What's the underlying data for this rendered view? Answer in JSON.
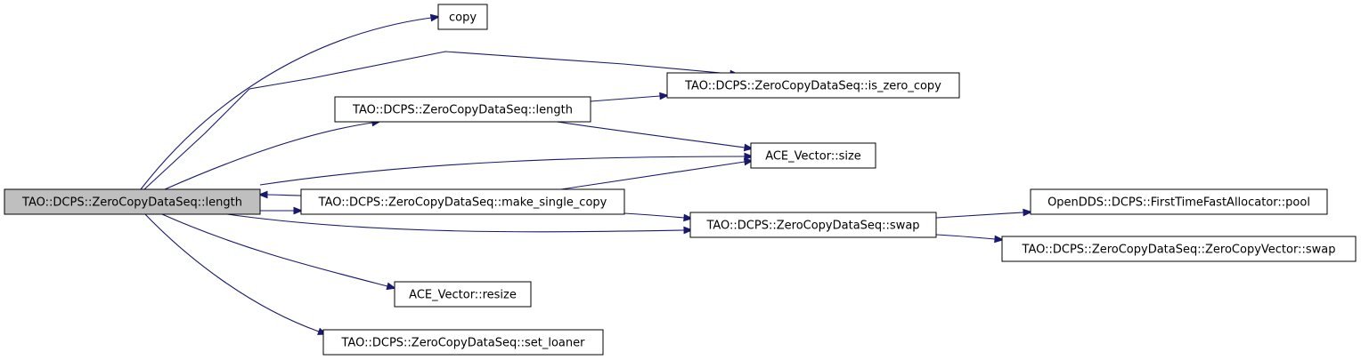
{
  "graph": {
    "type": "call-graph",
    "colors": {
      "edge": "#191970",
      "node_fill": "#ffffff",
      "root_fill": "#bfbfbf",
      "node_border": "#000000"
    },
    "nodes": [
      {
        "id": "root",
        "label": "TAO::DCPS::ZeroCopyDataSeq::length",
        "highlighted": true
      },
      {
        "id": "copy",
        "label": "copy"
      },
      {
        "id": "is_zero_copy",
        "label": "TAO::DCPS::ZeroCopyDataSeq::is_zero_copy"
      },
      {
        "id": "length2",
        "label": "TAO::DCPS::ZeroCopyDataSeq::length"
      },
      {
        "id": "size",
        "label": "ACE_Vector::size"
      },
      {
        "id": "make_single_copy",
        "label": "TAO::DCPS::ZeroCopyDataSeq::make_single_copy"
      },
      {
        "id": "swap",
        "label": "TAO::DCPS::ZeroCopyDataSeq::swap"
      },
      {
        "id": "pool",
        "label": "OpenDDS::DCPS::FirstTimeFastAllocator::pool"
      },
      {
        "id": "zcv_swap",
        "label": "TAO::DCPS::ZeroCopyDataSeq::ZeroCopyVector::swap"
      },
      {
        "id": "resize",
        "label": "ACE_Vector::resize"
      },
      {
        "id": "set_loaner",
        "label": "TAO::DCPS::ZeroCopyDataSeq::set_loaner"
      }
    ],
    "edges": [
      {
        "from": "root",
        "to": "copy"
      },
      {
        "from": "root",
        "to": "is_zero_copy"
      },
      {
        "from": "root",
        "to": "length2"
      },
      {
        "from": "root",
        "to": "size"
      },
      {
        "from": "root",
        "to": "make_single_copy"
      },
      {
        "from": "root",
        "to": "swap"
      },
      {
        "from": "root",
        "to": "resize"
      },
      {
        "from": "root",
        "to": "set_loaner"
      },
      {
        "from": "length2",
        "to": "is_zero_copy"
      },
      {
        "from": "length2",
        "to": "size"
      },
      {
        "from": "make_single_copy",
        "to": "root"
      },
      {
        "from": "make_single_copy",
        "to": "size"
      },
      {
        "from": "make_single_copy",
        "to": "swap"
      },
      {
        "from": "swap",
        "to": "pool"
      },
      {
        "from": "swap",
        "to": "zcv_swap"
      }
    ]
  }
}
